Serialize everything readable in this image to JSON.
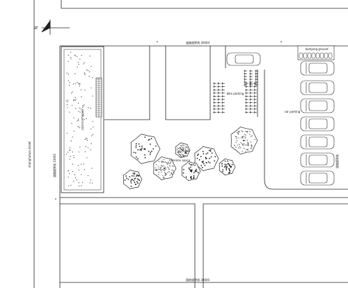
{
  "north_label": "N",
  "labels": {
    "boundary_top": "道路规界线 30000",
    "boundary_bottom": "国地规界线 30000",
    "boundary_left": "道路规界线 33000",
    "boundary_right": "道路规界线",
    "shanghuhua_street": "shanghuhua street",
    "common_space": "common space",
    "bike_parking": "bike parking",
    "car_parking": "car parking",
    "dumping_ground": "dumping ground",
    "common_space_center": "common space"
  }
}
